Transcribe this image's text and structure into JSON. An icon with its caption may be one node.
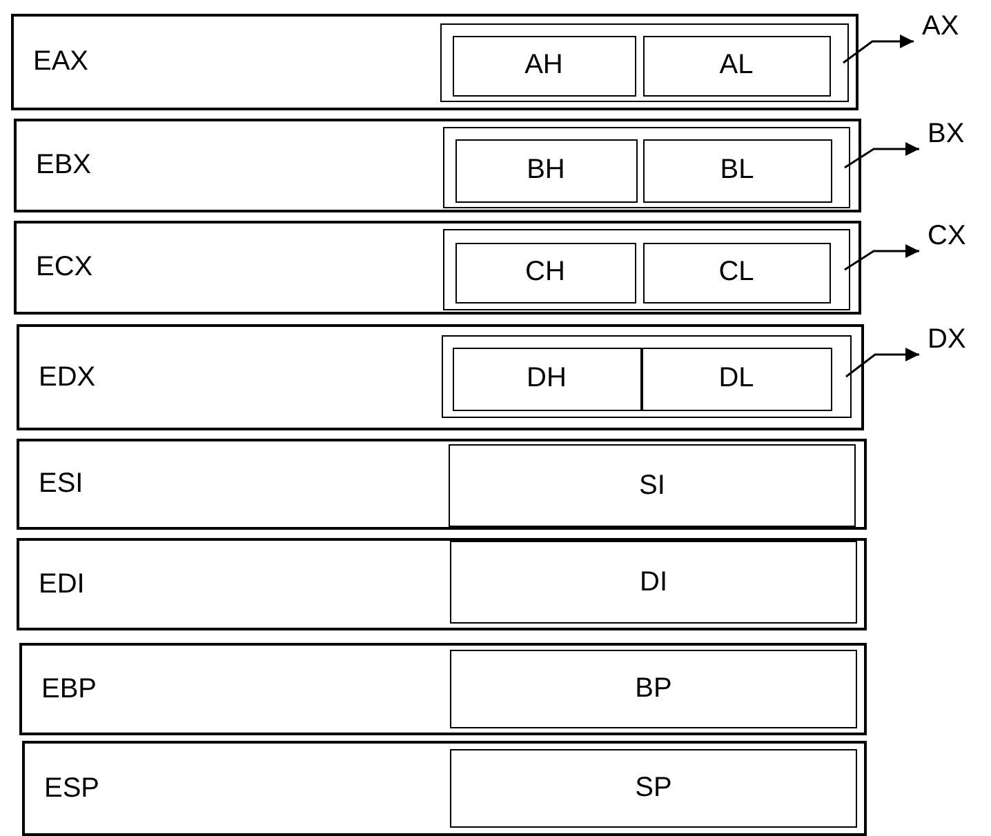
{
  "diagram": {
    "nodes": [
      {
        "text": [
          "EAX"
        ]
      },
      {
        "text": [],
        "shape": "box",
        "in": 0
      },
      {
        "text": [
          "AH"
        ],
        "in": 1
      },
      {
        "text": [
          "AL"
        ],
        "in": 1
      },
      {
        "text": [
          "AX"
        ]
      },
      {
        "text": [
          "EBX"
        ]
      },
      {
        "text": [],
        "shape": "box",
        "in": 5
      },
      {
        "text": [
          "BH"
        ],
        "in": 6
      },
      {
        "text": [
          "BL"
        ],
        "in": 6
      },
      {
        "text": [
          "BX"
        ]
      },
      {
        "text": [
          "ECX"
        ]
      },
      {
        "text": [],
        "shape": "box",
        "in": 10
      },
      {
        "text": [
          "CH"
        ],
        "in": 11
      },
      {
        "text": [
          "CL"
        ],
        "in": 11
      },
      {
        "text": [
          "CX"
        ]
      },
      {
        "text": [
          "EDX"
        ]
      },
      {
        "text": [],
        "shape": "box",
        "in": 15
      },
      {
        "text": [
          "DH"
        ],
        "in": 16
      },
      {
        "text": [
          "DL"
        ],
        "in": 16
      },
      {
        "text": [
          "DX"
        ]
      },
      {
        "text": [
          "ESI"
        ]
      },
      {
        "text": [
          "SI"
        ],
        "in": 20
      },
      {
        "text": [
          "EDI"
        ]
      },
      {
        "text": [
          "DI"
        ],
        "in": 22
      },
      {
        "text": [
          "EBP"
        ]
      },
      {
        "text": [
          "BP"
        ],
        "in": 24
      },
      {
        "text": [
          "ESP"
        ]
      },
      {
        "text": [
          "SP"
        ],
        "in": 26
      }
    ],
    "edges": [
      {
        "from": 1,
        "to": 4,
        "arrow": "to"
      },
      {
        "from": 6,
        "to": 9,
        "arrow": "to"
      },
      {
        "from": 11,
        "to": 14,
        "arrow": "to"
      },
      {
        "from": 16,
        "to": 19,
        "arrow": "to"
      }
    ]
  }
}
